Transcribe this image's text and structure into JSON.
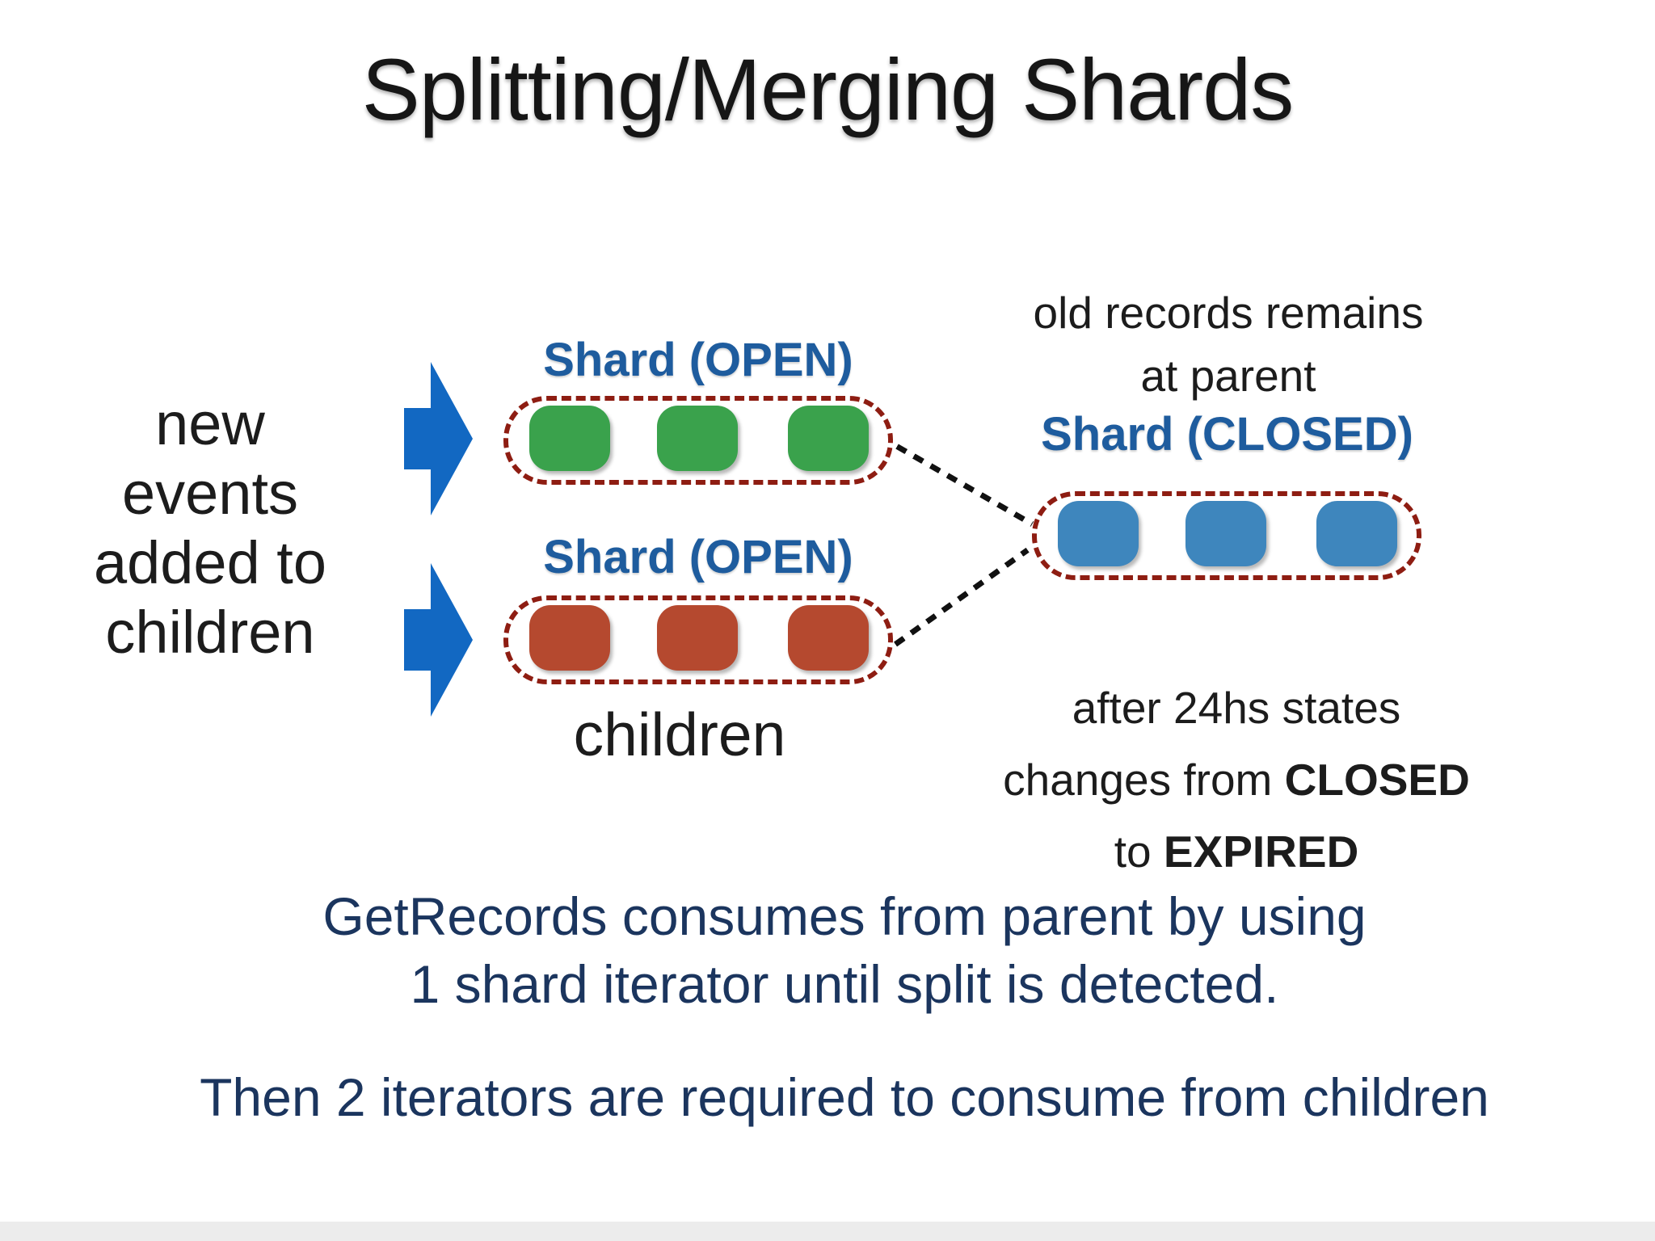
{
  "title": "Splitting/Merging Shards",
  "left_caption": {
    "line1": "new",
    "line2": "events",
    "line3": "added to",
    "line4": "children"
  },
  "parent_note": {
    "line1": "old records remains",
    "line2": "at parent"
  },
  "shards": {
    "green_open": {
      "label": "Shard (OPEN)",
      "record_count": 3,
      "record_color": "#3aa24c"
    },
    "red_open": {
      "label": "Shard (OPEN)",
      "record_count": 3,
      "record_color": "#b5492f"
    },
    "blue_closed": {
      "label": "Shard (CLOSED)",
      "record_count": 3,
      "record_color": "#3e86bd"
    }
  },
  "children_caption": "children",
  "expiry_note": {
    "line1": "after 24hs states",
    "line2_text": "changes from",
    "line2_bold": "CLOSED",
    "line3_text": "to",
    "line3_bold": "EXPIRED"
  },
  "footer": {
    "para1_line1": "GetRecords consumes from parent by using",
    "para1_line2": "1 shard iterator until split is detected.",
    "para2": "Then 2 iterators are required to consume from children"
  },
  "colors": {
    "shard_label_blue": "#1e5c9e",
    "arrow_blue": "#1268c2",
    "dashed_border_red": "#8e1d12",
    "connector_black": "#111111",
    "footer_navy": "#1b355e",
    "body_text": "#1c1c1c"
  }
}
